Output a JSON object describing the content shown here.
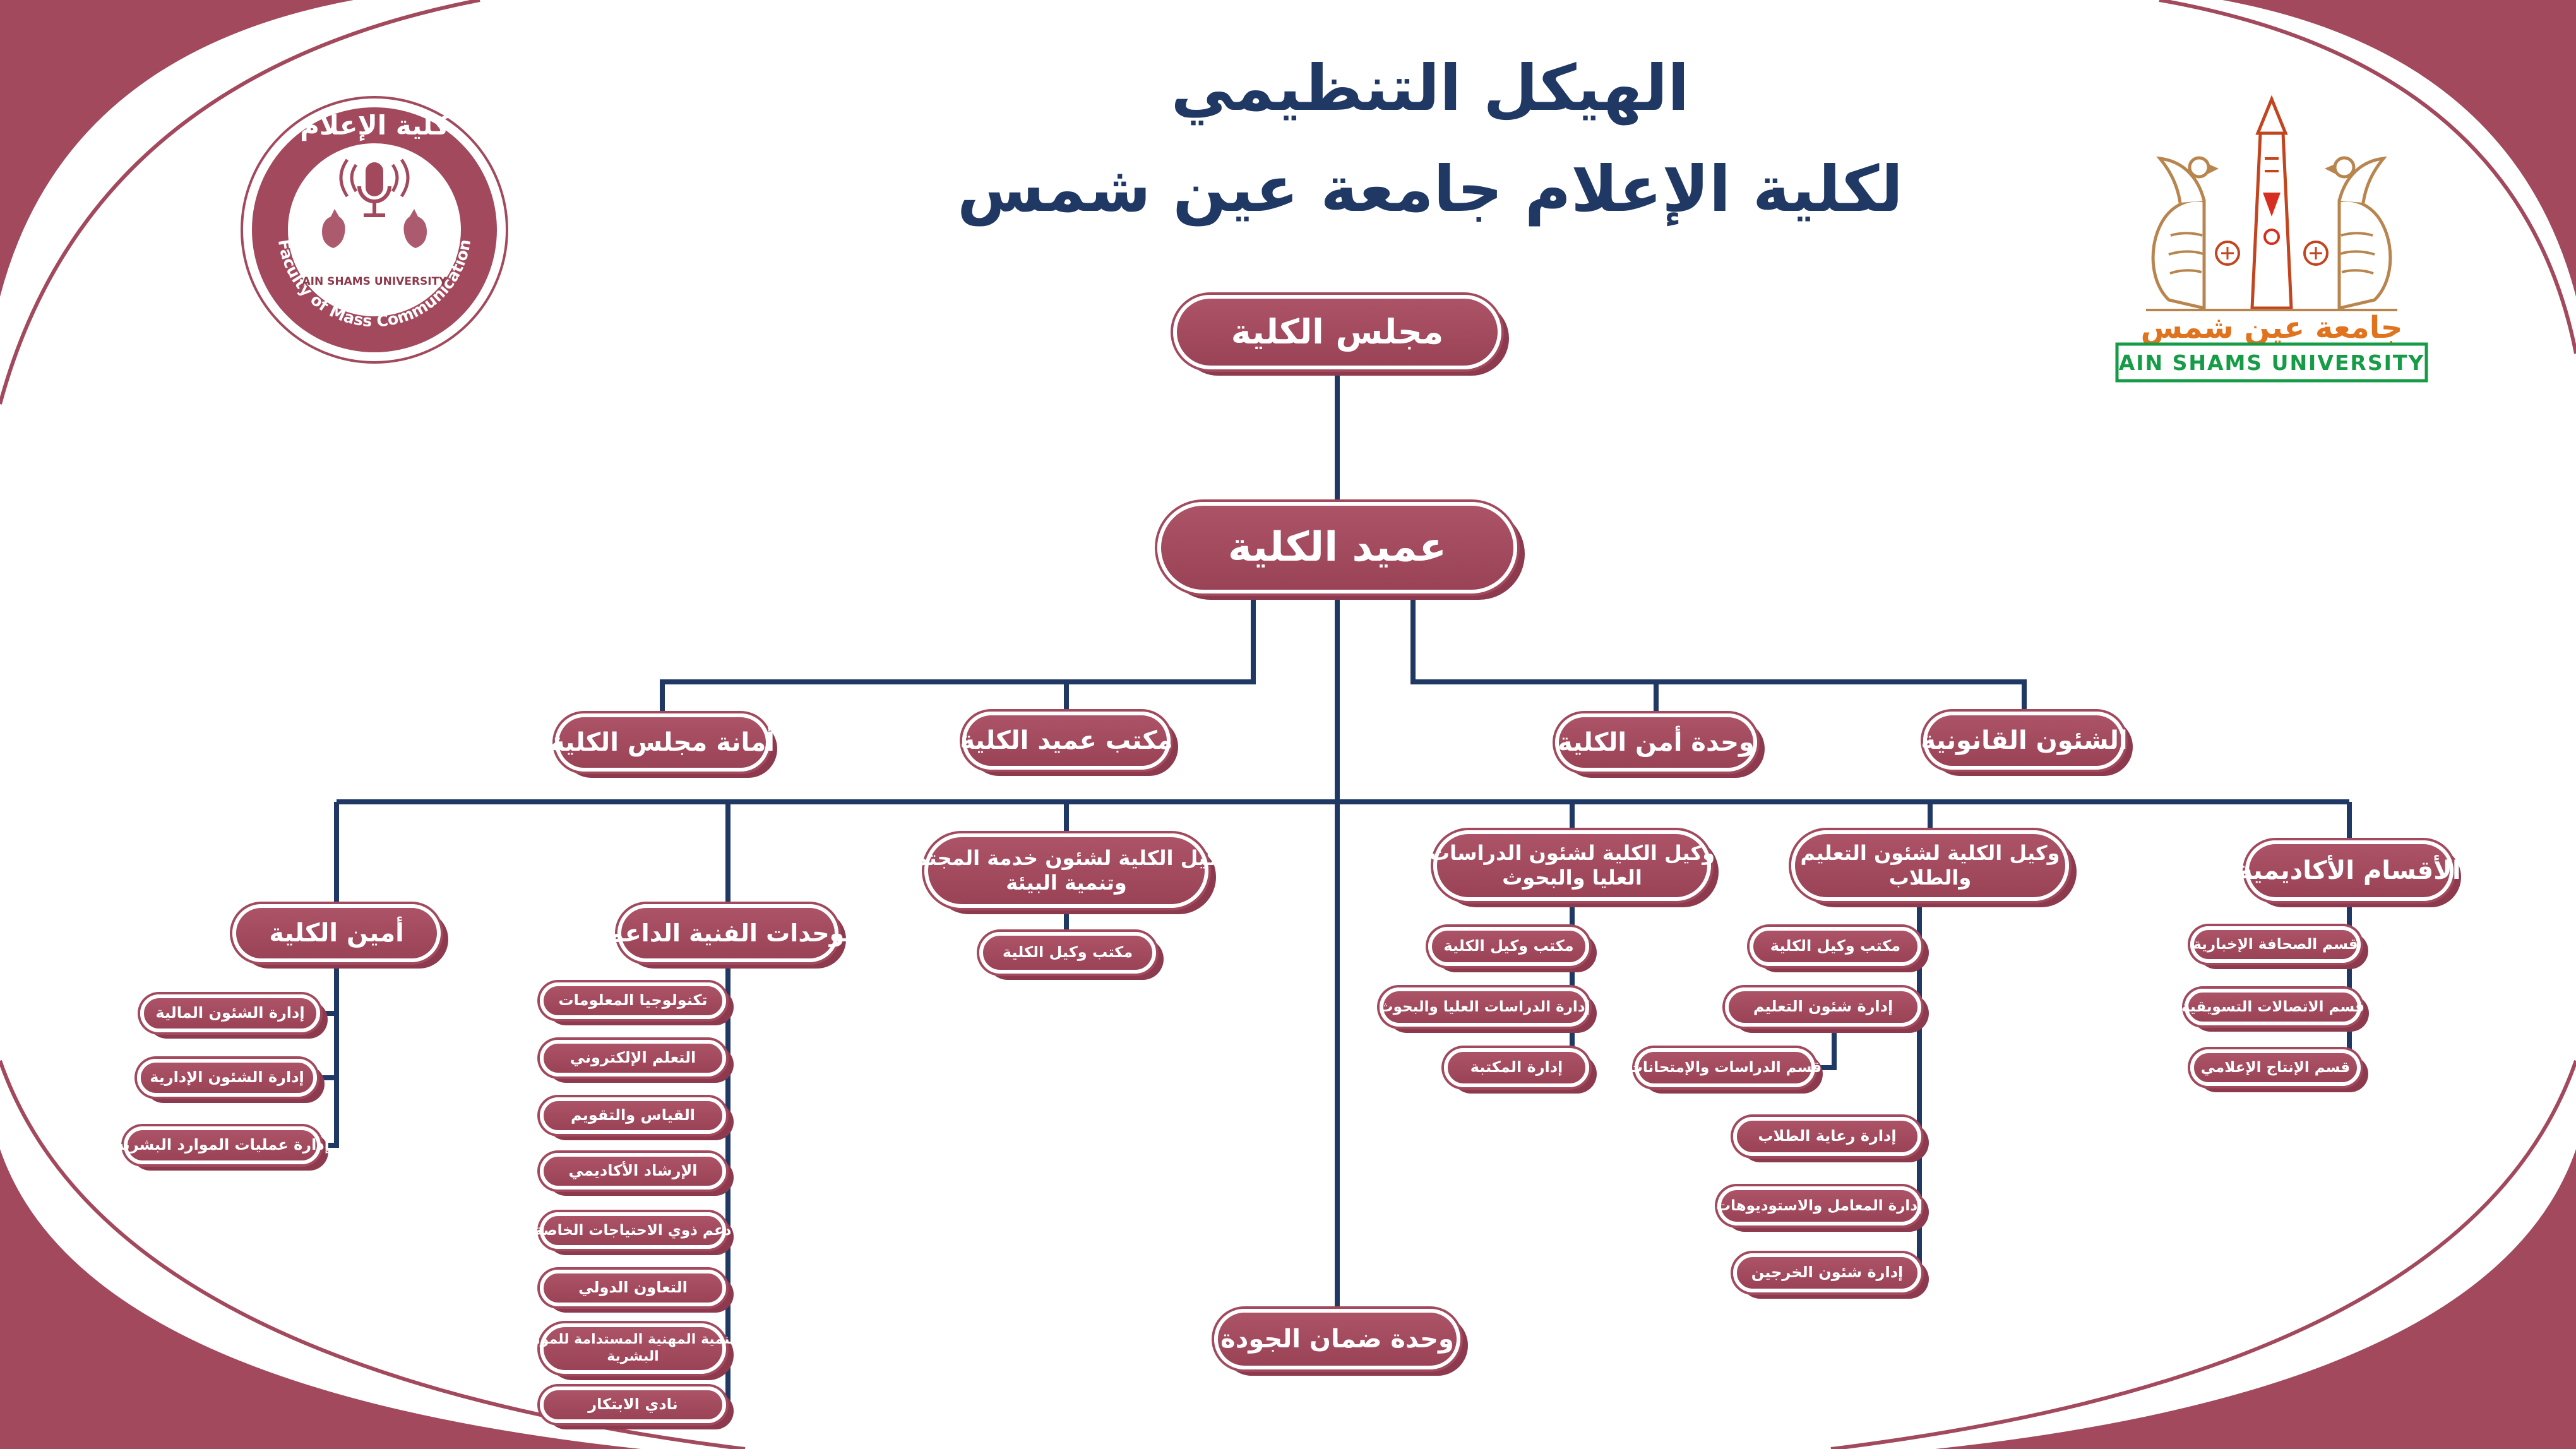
{
  "page": {
    "title_line1": "الهيكل التنظيمي",
    "title_line2": "لكلية الإعلام جامعة عين شمس"
  },
  "colors": {
    "maroon": "#a2495d",
    "maroon_dark": "#8d3a4e",
    "navy": "#203864",
    "green": "#169c46",
    "orange": "#e0731d",
    "red": "#d62f1f",
    "tan": "#b9854f"
  },
  "logos": {
    "faculty": {
      "arabic_title": "كلية الإعلام",
      "university_name": "AIN SHAMS UNIVERSITY",
      "english_title": "Faculty of Mass Communication"
    },
    "university": {
      "arabic_name": "جامعة عين شمس",
      "english_name": "AIN SHAMS UNIVERSITY"
    }
  },
  "org": {
    "nodes": [
      {
        "id": "council",
        "label": "مجلس الكلية",
        "parent": null
      },
      {
        "id": "dean",
        "label": "عميد الكلية",
        "parent": "council"
      },
      {
        "id": "amana",
        "label": "أمانة مجلس الكلية",
        "parent": "dean"
      },
      {
        "id": "dean_office",
        "label": "مكتب عميد الكلية",
        "parent": "dean"
      },
      {
        "id": "security",
        "label": "وحدة أمن الكلية",
        "parent": "dean"
      },
      {
        "id": "legal",
        "label": "الشئون القانونية",
        "parent": "dean"
      },
      {
        "id": "secretary",
        "label": "أمين الكلية",
        "parent": "dean"
      },
      {
        "id": "sec_financial",
        "label": "إدارة الشئون المالية",
        "parent": "secretary"
      },
      {
        "id": "sec_admin",
        "label": "إدارة الشئون الإدارية",
        "parent": "secretary"
      },
      {
        "id": "sec_hr",
        "label": "إدارة عمليات الموارد البشرية",
        "parent": "secretary"
      },
      {
        "id": "units",
        "label": "الوحدات الفنية الداعمة",
        "parent": "dean"
      },
      {
        "id": "unit_it",
        "label": "تكنولوجيا المعلومات",
        "parent": "units"
      },
      {
        "id": "unit_elearning",
        "label": "التعلم الإلكتروني",
        "parent": "units"
      },
      {
        "id": "unit_assessment",
        "label": "القياس والتقويم",
        "parent": "units"
      },
      {
        "id": "unit_advising",
        "label": "الإرشاد الأكاديمي",
        "parent": "units"
      },
      {
        "id": "unit_needs",
        "label": "دعم ذوي الاحتياجات الخاصة",
        "parent": "units"
      },
      {
        "id": "unit_intl",
        "label": "التعاون الدولي",
        "parent": "units"
      },
      {
        "id": "unit_hrd",
        "label": "التنمية المهنية المستدامة للموارد",
        "label2": "البشرية",
        "parent": "units"
      },
      {
        "id": "unit_innovation",
        "label": "نادي الابتكار",
        "parent": "units"
      },
      {
        "id": "vice_community",
        "label": "وكيل الكلية لشئون خدمة المجتمع",
        "label2": "وتنمية البيئة",
        "parent": "dean"
      },
      {
        "id": "vc_office",
        "label": "مكتب وكيل الكلية",
        "parent": "vice_community"
      },
      {
        "id": "vice_grad",
        "label": "وكيل الكلية لشئون الدراسات",
        "label2": "العليا والبحوث",
        "parent": "dean"
      },
      {
        "id": "vg_office",
        "label": "مكتب وكيل الكلية",
        "parent": "vice_grad"
      },
      {
        "id": "vg_admin",
        "label": "إدارة الدراسات العليا والبحوث",
        "parent": "vice_grad"
      },
      {
        "id": "vg_library",
        "label": "إدارة المكتبة",
        "parent": "vice_grad"
      },
      {
        "id": "vice_edu",
        "label": "وكيل الكلية لشئون التعليم",
        "label2": "والطلاب",
        "parent": "dean"
      },
      {
        "id": "ve_office",
        "label": "مكتب وكيل الكلية",
        "parent": "vice_edu"
      },
      {
        "id": "ve_edu_admin",
        "label": "إدارة شئون التعليم",
        "parent": "vice_edu"
      },
      {
        "id": "ve_exams",
        "label": "قسم الدراسات والإمتحانات",
        "parent": "ve_edu_admin"
      },
      {
        "id": "ve_care",
        "label": "إدارة رعاية الطلاب",
        "parent": "vice_edu"
      },
      {
        "id": "ve_labs",
        "label": "إدارة المعامل والاستوديوهات",
        "parent": "vice_edu"
      },
      {
        "id": "ve_alumni",
        "label": "إدارة شئون الخرجين",
        "parent": "vice_edu"
      },
      {
        "id": "academic",
        "label": "الأقسام الأكاديمية",
        "parent": "dean"
      },
      {
        "id": "dept_press",
        "label": "قسم الصحافة الإخبارية",
        "parent": "academic"
      },
      {
        "id": "dept_marketing",
        "label": "قسم الاتصالات التسويقية",
        "parent": "academic"
      },
      {
        "id": "dept_production",
        "label": "قسم الإنتاج الإعلامي",
        "parent": "academic"
      },
      {
        "id": "quality",
        "label": "وحدة ضمان الجودة",
        "parent": "dean"
      }
    ]
  }
}
